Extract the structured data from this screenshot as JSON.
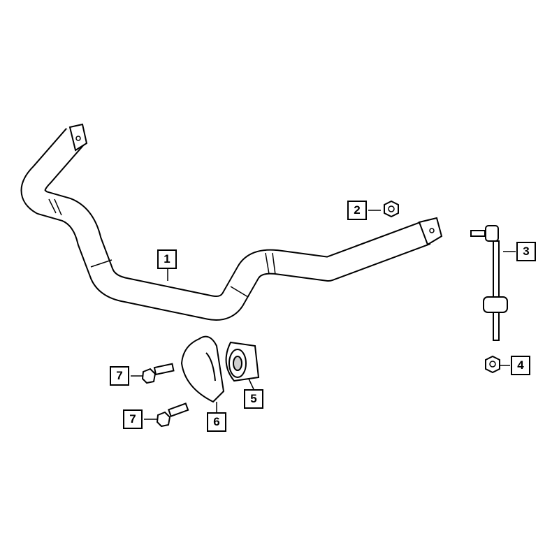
{
  "diagram": {
    "callouts": [
      {
        "id": "1",
        "part": "stabilizer-bar"
      },
      {
        "id": "2",
        "part": "nut"
      },
      {
        "id": "3",
        "part": "stabilizer-link"
      },
      {
        "id": "4",
        "part": "nut"
      },
      {
        "id": "5",
        "part": "bushing"
      },
      {
        "id": "6",
        "part": "bushing-retainer"
      },
      {
        "id": "7",
        "part": "bolt"
      },
      {
        "id": "7",
        "part": "bolt"
      }
    ],
    "colors": {
      "line": "#000000",
      "fill": "#ffffff",
      "shade": "#cfcfcf"
    }
  }
}
